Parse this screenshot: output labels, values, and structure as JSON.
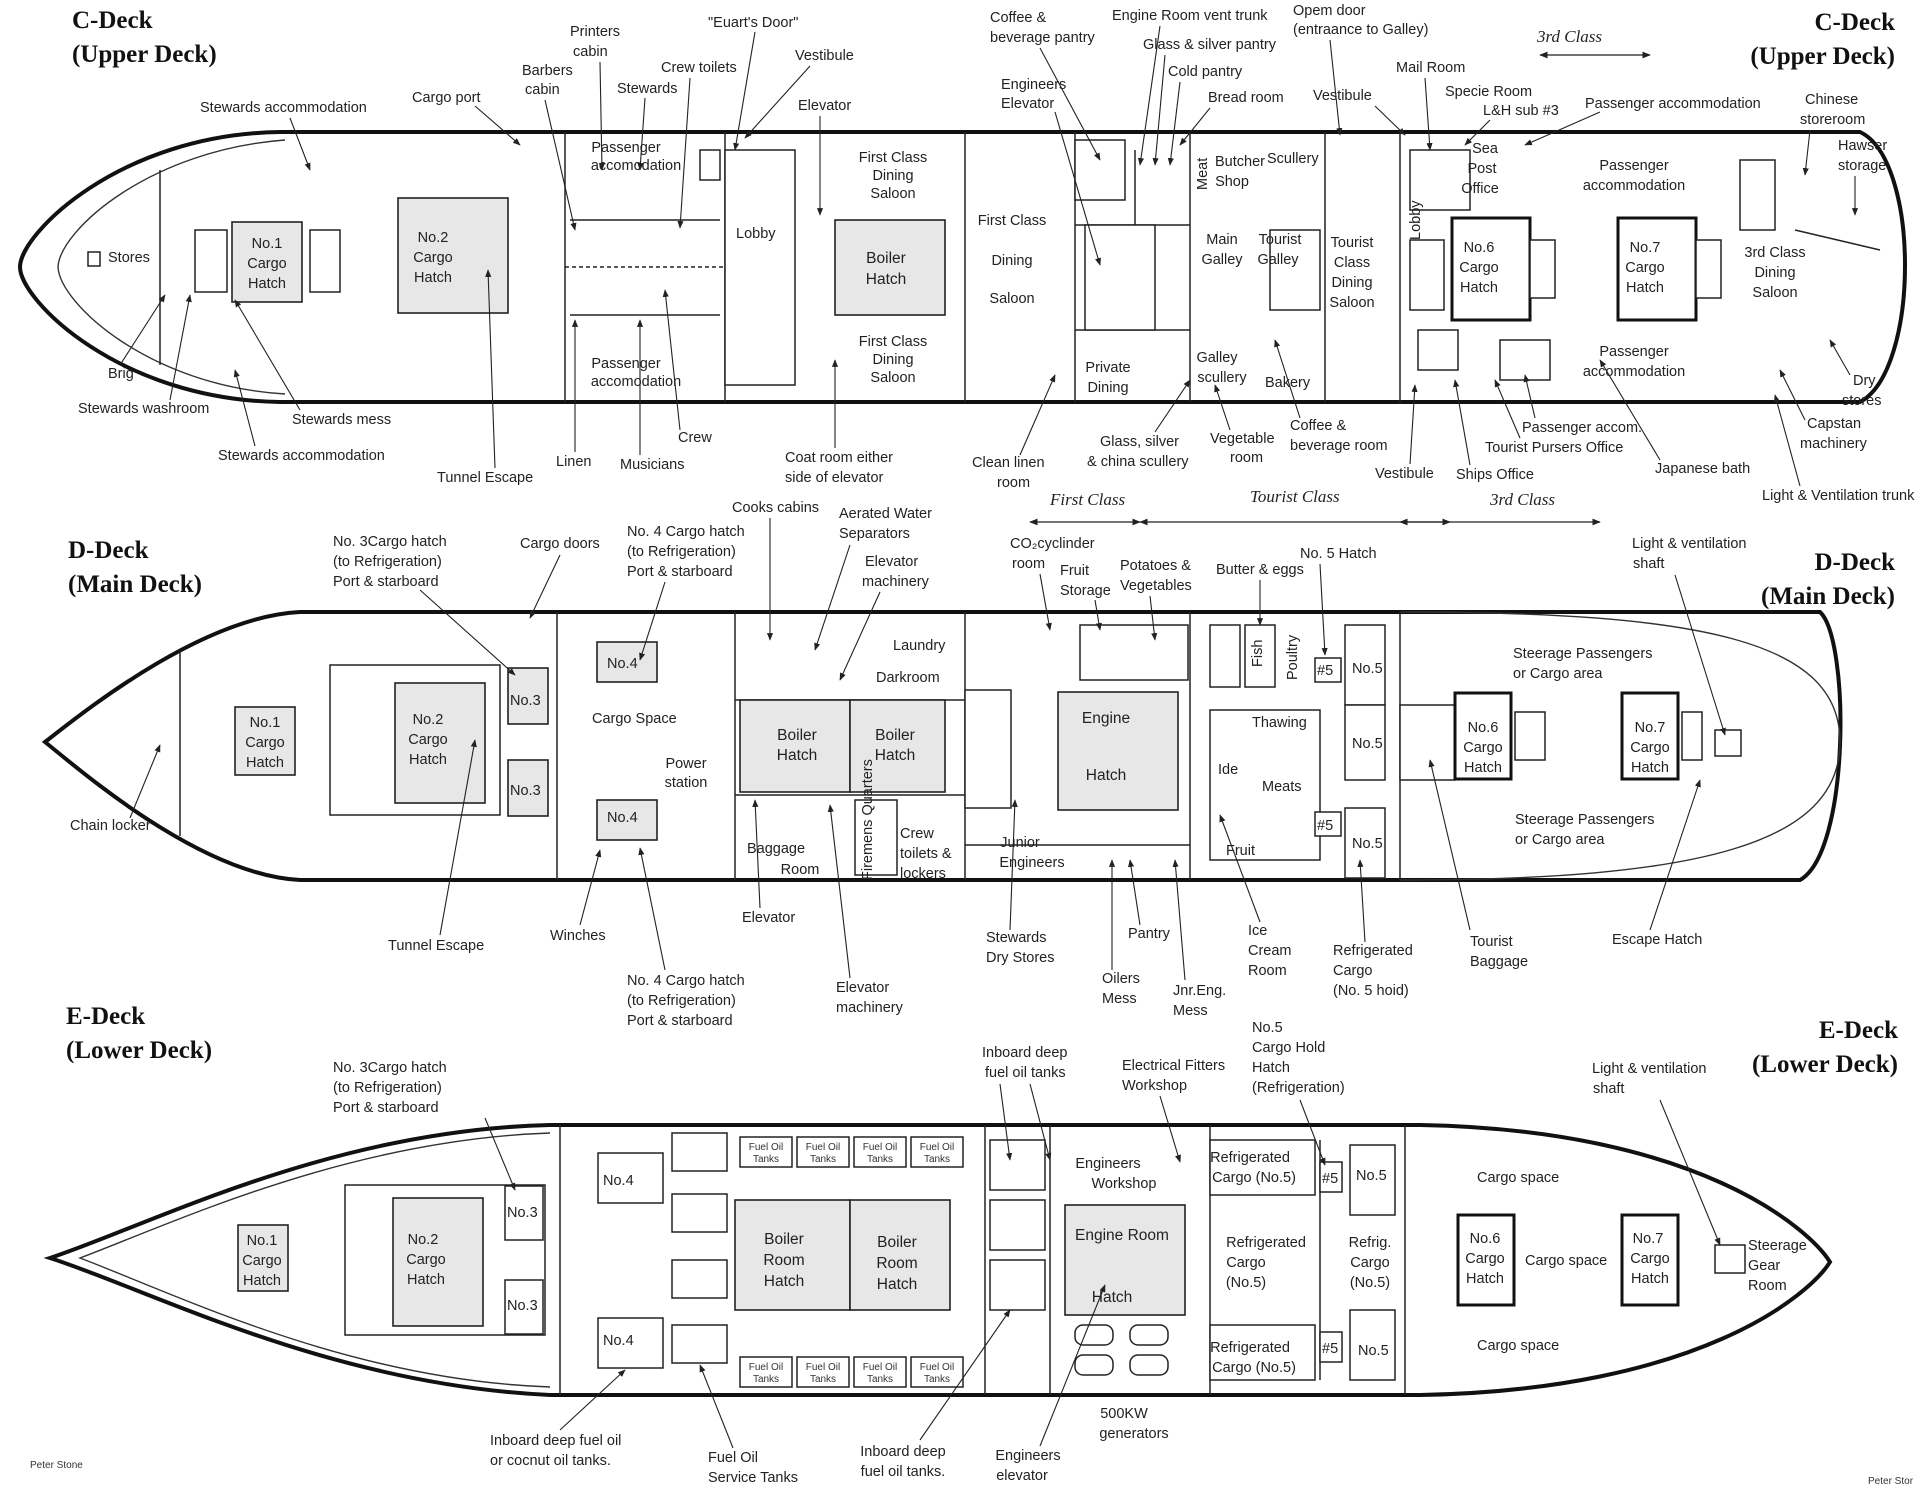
{
  "decks": {
    "c": {
      "title": "C-Deck",
      "subtitle": "(Upper Deck)"
    },
    "d": {
      "title": "D-Deck",
      "subtitle": "(Main Deck)"
    },
    "e": {
      "title": "E-Deck",
      "subtitle": "(Lower Deck)"
    }
  },
  "credit": "Peter Stone",
  "credit_right": "Peter Stor",
  "classes": {
    "first": "First Class",
    "tourist": "Tourist Class",
    "third": "3rd Class"
  },
  "c_deck": {
    "outside": {
      "stewards_accommodation_top": "Stewards accommodation",
      "cargo_port": "Cargo port",
      "barbers_1": "Barbers",
      "barbers_2": "cabin",
      "printers_1": "Printers",
      "printers_2": "cabin",
      "stewards": "Stewards",
      "crew_toilets": "Crew toilets",
      "euarts_door": "\"Euart's Door\"",
      "vestibule_fwd": "Vestibule",
      "elevator": "Elevator",
      "coffee_1": "Coffee &",
      "coffee_2": "beverage pantry",
      "engineers_elev_1": "Engineers",
      "engineers_elev_2": "Elevator",
      "engine_vent": "Engine Room vent trunk",
      "glass_pantry": "Glass & silver pantry",
      "cold_pantry": "Cold pantry",
      "bread_room": "Bread room",
      "open_door_1": "Opem door",
      "open_door_2": "(entraance to Galley)",
      "vestibule_mid": "Vestibule",
      "mail_room": "Mail Room",
      "specie_1": "Specie Room",
      "specie_2": "L&H sub #3",
      "passenger_accom_top": "Passenger accommodation",
      "chinese_1": "Chinese",
      "chinese_2": "storeroom",
      "hawser_1": "Hawser",
      "hawser_2": "storage",
      "brig": "Brig",
      "stewards_washroom": "Stewards washroom",
      "stewards_mess": "Stewards mess",
      "stewards_accommodation_bottom": "Stewards accommodation",
      "tunnel_escape": "Tunnel Escape",
      "linen": "Linen",
      "musicians": "Musicians",
      "crew": "Crew",
      "coat_1": "Coat room either",
      "coat_2": "side of elevator",
      "clean_linen_1": "Clean linen",
      "clean_linen_2": "room",
      "glass_china_1": "Glass, silver",
      "glass_china_2": "& china scullery",
      "veg_1": "Vegetable",
      "veg_2": "room",
      "coffee_b_1": "Coffee &",
      "coffee_b_2": "beverage room",
      "vestibule_aft": "Vestibule",
      "ships_office": "Ships Office",
      "passenger_accom_b": "Passenger accom.",
      "tourist_pursers": "Tourist Pursers Office",
      "japanese_bath": "Japanese bath",
      "capstan_1": "Capstan",
      "capstan_2": "machinery",
      "dry_1": "Dry",
      "dry_2": "stores",
      "light_vent": "Light & Ventilation trunk"
    },
    "inside": {
      "stores": "Stores",
      "no1": [
        "No.1",
        "Cargo",
        "Hatch"
      ],
      "no2": [
        "No.2",
        "Cargo",
        "Hatch"
      ],
      "passenger_accom_1": [
        "Passenger",
        "accomodation"
      ],
      "passenger_accom_2": [
        "Passenger",
        "accomodation"
      ],
      "lobby": "Lobby",
      "first_dining_top": [
        "First Class",
        "Dining",
        "Saloon"
      ],
      "boiler_hatch": [
        "Boiler",
        "Hatch"
      ],
      "first_dining_bottom": [
        "First Class",
        "Dining",
        "Saloon"
      ],
      "first_dining_mid": [
        "First Class",
        "Dining",
        "Saloon"
      ],
      "private_dining": [
        "Private",
        "Dining"
      ],
      "meat": "Meat",
      "butcher": [
        "Butcher",
        "Shop"
      ],
      "scullery": "Scullery",
      "main_galley": [
        "Main",
        "Galley"
      ],
      "tourist_galley": [
        "Tourist",
        "Galley"
      ],
      "galley_scullery": [
        "Galley",
        "scullery"
      ],
      "bakery": "Bakery",
      "tourist_dining": [
        "Tourist",
        "Class",
        "Dining",
        "Saloon"
      ],
      "lobby_aft": "Lobby",
      "sea_post": [
        "Sea",
        "Post",
        "Office"
      ],
      "no6": [
        "No.6",
        "Cargo",
        "Hatch"
      ],
      "passenger_accom_3": [
        "Passenger",
        "accommodation"
      ],
      "no7": [
        "No.7",
        "Cargo",
        "Hatch"
      ],
      "passenger_accom_4": [
        "Passenger",
        "accommodation"
      ],
      "third_dining": [
        "3rd Class",
        "Dining",
        "Saloon"
      ]
    }
  },
  "d_deck": {
    "outside": {
      "cargo_hatch3_1": "No. 3Cargo hatch",
      "cargo_hatch3_2": "(to Refrigeration)",
      "cargo_hatch3_3": "Port & starboard",
      "cargo_doors": "Cargo doors",
      "cargo_hatch4_1": "No. 4 Cargo hatch",
      "cargo_hatch4_2": "(to Refrigeration)",
      "cargo_hatch4_3": "Port & starboard",
      "cooks_cabins": "Cooks cabins",
      "aerated_1": "Aerated Water",
      "aerated_2": "Separators",
      "elev_mach_1": "Elevator",
      "elev_mach_2": "machinery",
      "co2_1": "CO₂cyclinder",
      "co2_2": "room",
      "fruit_storage_1": "Fruit",
      "fruit_storage_2": "Storage",
      "potatoes_1": "Potatoes &",
      "potatoes_2": "Vegetables",
      "butter": "Butter & eggs",
      "no5_hatch": "No. 5 Hatch",
      "light_vent_1": "Light & ventilation",
      "light_vent_2": "shaft",
      "chain_locker": "Chain locker",
      "tunnel_escape": "Tunnel Escape",
      "winches": "Winches",
      "elevator": "Elevator",
      "cargo_hatch4b_1": "No. 4 Cargo hatch",
      "cargo_hatch4b_2": "(to Refrigeration)",
      "cargo_hatch4b_3": "Port & starboard",
      "elev_mach_b_1": "Elevator",
      "elev_mach_b_2": "machinery",
      "stewards_dry_1": "Stewards",
      "stewards_dry_2": "Dry Stores",
      "pantry": "Pantry",
      "oilers_1": "Oilers",
      "oilers_2": "Mess",
      "ice_1": "Ice",
      "ice_2": "Cream",
      "ice_3": "Room",
      "jnr_1": "Jnr.Eng.",
      "jnr_2": "Mess",
      "refrig_1": "Refrigerated",
      "refrig_2": "Cargo",
      "refrig_3": "(No. 5 hoid)",
      "tourist_baggage_1": "Tourist",
      "tourist_baggage_2": "Baggage",
      "escape_hatch": "Escape Hatch"
    },
    "inside": {
      "no1": [
        "No.1",
        "Cargo",
        "Hatch"
      ],
      "no2": [
        "No.2",
        "Cargo",
        "Hatch"
      ],
      "no3a": "No.3",
      "no3b": "No.3",
      "no4a": "No.4",
      "no4b": "No.4",
      "cargo_space": "Cargo Space",
      "power": [
        "Power",
        "station"
      ],
      "boiler1": [
        "Boiler",
        "Hatch"
      ],
      "boiler2": [
        "Boiler",
        "Hatch"
      ],
      "laundry": "Laundry",
      "darkroom": "Darkroom",
      "baggage": [
        "Baggage",
        "Room"
      ],
      "firemens": "Firemens Quarters",
      "crew_toilets": [
        "Crew",
        "toilets &",
        "lockers"
      ],
      "engine": [
        "Engine",
        "Hatch"
      ],
      "junior": [
        "Junior",
        "Engineers"
      ],
      "fish": "Fish",
      "poultry": "Poultry",
      "hash5a": "#5",
      "hash5b": "#5",
      "thawing": "Thawing",
      "ide": "Ide",
      "meats": "Meats",
      "fruit": "Fruit",
      "no5a": "No.5",
      "no5b": "No.5",
      "no5c": "No.5",
      "steerage_top": [
        "Steerage Passengers",
        "or Cargo area"
      ],
      "steerage_bottom": [
        "Steerage Passengers",
        "or Cargo area"
      ],
      "no6": [
        "No.6",
        "Cargo",
        "Hatch"
      ],
      "no7": [
        "No.7",
        "Cargo",
        "Hatch"
      ]
    }
  },
  "e_deck": {
    "outside": {
      "cargo_hatch3_1": "No. 3Cargo hatch",
      "cargo_hatch3_2": "(to Refrigeration)",
      "cargo_hatch3_3": "Port & starboard",
      "inboard_top_1": "Inboard deep",
      "inboard_top_2": "fuel oil tanks",
      "electrical_1": "Electrical Fitters",
      "electrical_2": "Workshop",
      "no5_hold_1": "No.5",
      "no5_hold_2": "Cargo Hold",
      "no5_hold_3": "Hatch",
      "no5_hold_4": "(Refrigeration)",
      "light_vent_1": "Light & ventilation",
      "light_vent_2": "shaft",
      "inboard_coconut_1": "Inboard deep fuel oil",
      "inboard_coconut_2": "or cocnut oil tanks.",
      "fuel_service_1": "Fuel Oil",
      "fuel_service_2": "Service Tanks",
      "inboard_bot_1": "Inboard deep",
      "inboard_bot_2": "fuel oil tanks.",
      "generators_1": "500KW",
      "generators_2": "generators",
      "eng_elev_1": "Engineers",
      "eng_elev_2": "elevator"
    },
    "inside": {
      "no1": [
        "No.1",
        "Cargo",
        "Hatch"
      ],
      "no2": [
        "No.2",
        "Cargo",
        "Hatch"
      ],
      "no3a": "No.3",
      "no3b": "No.3",
      "no4a": "No.4",
      "no4b": "No.4",
      "fuel_tank_1": "Fuel Oil",
      "fuel_tank_2": "Tanks",
      "boiler1": [
        "Boiler",
        "Room",
        "Hatch"
      ],
      "boiler2": [
        "Boiler",
        "Room",
        "Hatch"
      ],
      "engineers_workshop": [
        "Engineers",
        "Workshop"
      ],
      "engine_room": [
        "Engine Room",
        "Hatch"
      ],
      "ref_top": [
        "Refrigerated",
        "Cargo (No.5)"
      ],
      "ref_mid": [
        "Refrigerated",
        "Cargo",
        "(No.5)"
      ],
      "ref_bot": [
        "Refrigerated",
        "Cargo (No.5)"
      ],
      "refrig_small": [
        "Refrig.",
        "Cargo",
        "(No.5)"
      ],
      "hash5a": "#5",
      "hash5b": "#5",
      "no5a": "No.5",
      "no5b": "No.5",
      "cargo_space_top": "Cargo space",
      "cargo_space_mid": "Cargo space",
      "cargo_space_bot": "Cargo space",
      "no6": [
        "No.6",
        "Cargo",
        "Hatch"
      ],
      "no7": [
        "No.7",
        "Cargo",
        "Hatch"
      ],
      "steerage_gear": [
        "Steerage",
        "Gear",
        "Room"
      ]
    }
  }
}
